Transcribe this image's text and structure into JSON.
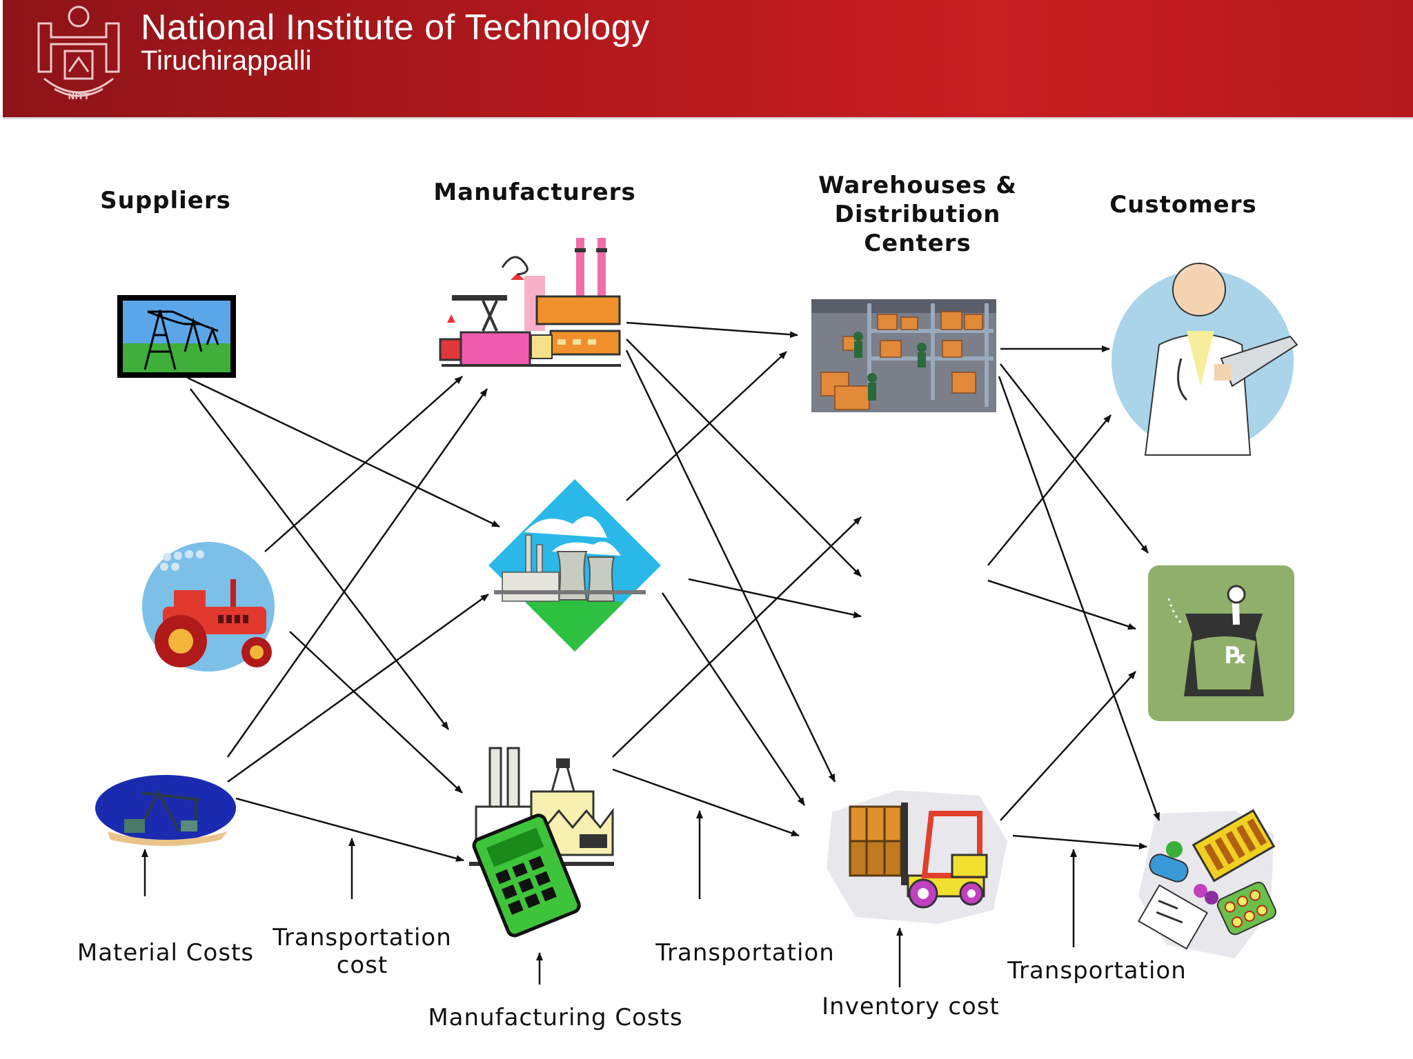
{
  "header": {
    "institute_name": "National Institute of Technology",
    "institute_city": "Tiruchirappalli",
    "logo_text": "NITT"
  },
  "columns": {
    "suppliers": "Suppliers",
    "manufacturers": "Manufacturers",
    "warehouses_line1": "Warehouses &",
    "warehouses_line2": "Distribution Centers",
    "customers": "Customers"
  },
  "costs": {
    "material": "Material Costs",
    "transport1_line1": "Transportation",
    "transport1_line2": "cost",
    "manufacturing": "Manufacturing Costs",
    "transport2": "Transportation",
    "inventory": "Inventory cost",
    "transport3": "Transportation"
  },
  "icons": {
    "supplier_1": "power-lines-icon",
    "supplier_2": "tractor-icon",
    "supplier_3": "oil-pump-icon",
    "manufacturer_1": "factory-icon",
    "manufacturer_2": "power-plant-icon",
    "manufacturer_3": "factory-calculator-icon",
    "warehouse_1": "warehouse-icon",
    "warehouse_2": "forklift-icon",
    "customer_1": "doctor-icon",
    "customer_2": "pharmacy-icon",
    "customer_3": "medicines-icon"
  },
  "colors": {
    "header_red": "#b5191d",
    "arrow": "#111111"
  }
}
